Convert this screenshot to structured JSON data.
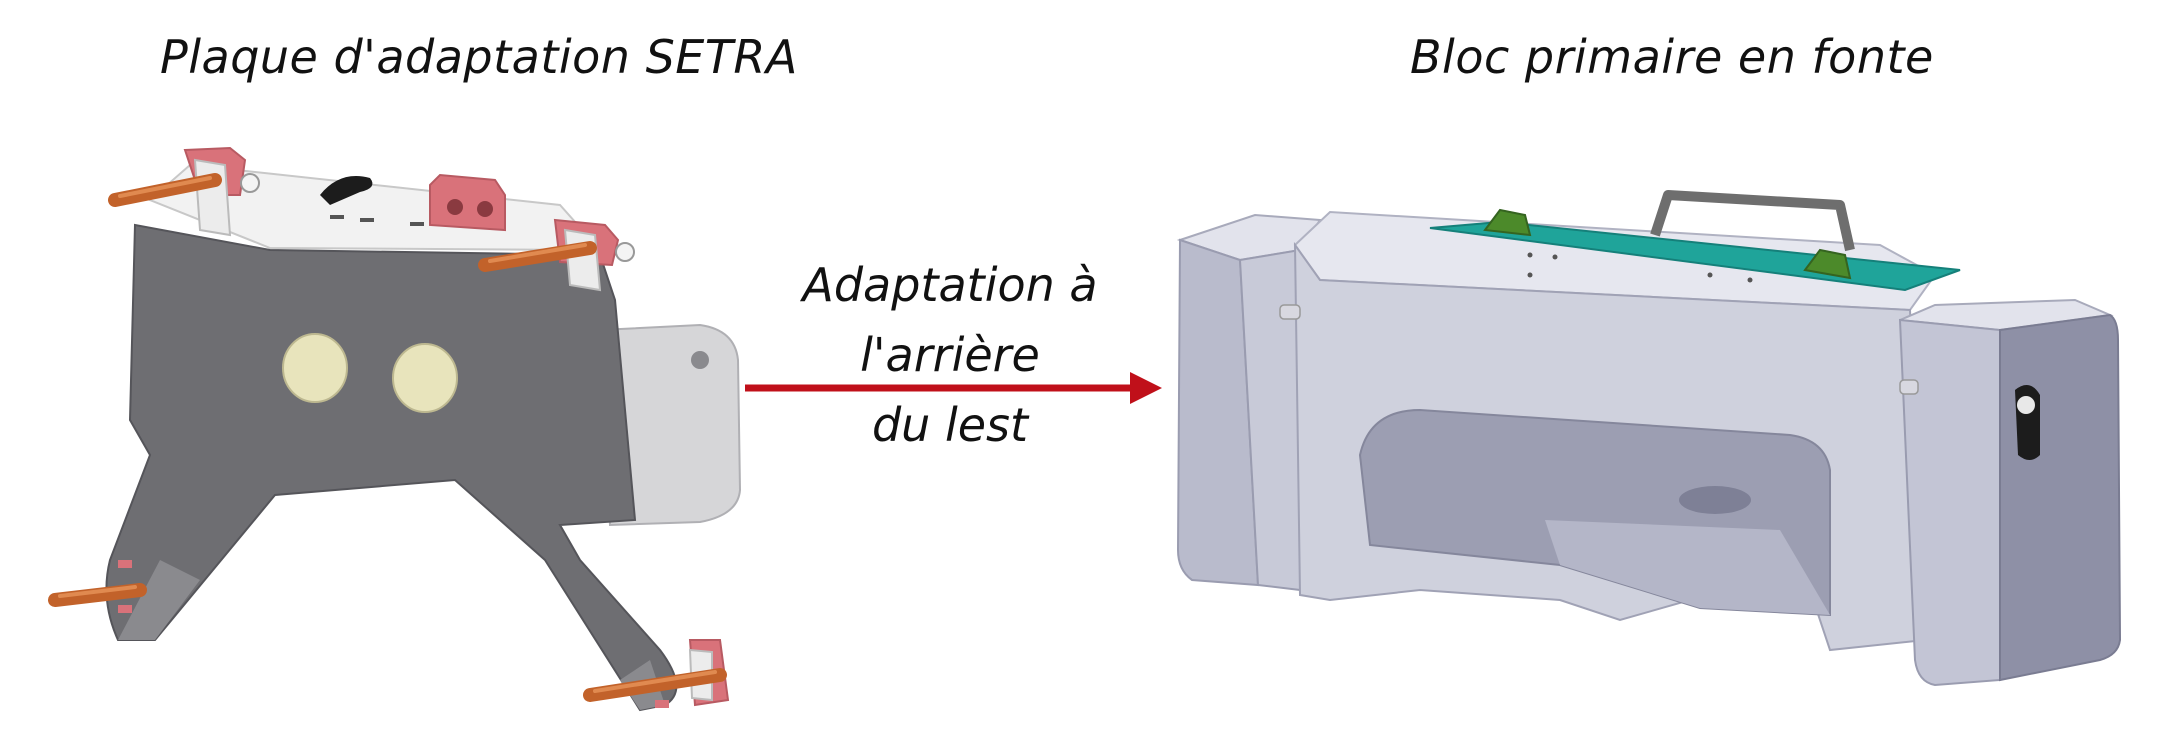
{
  "labels": {
    "left_part": "Plaque d'adaptation SETRA",
    "right_part": "Bloc primaire en fonte",
    "arrow_line1": "Adaptation à l'arrière",
    "arrow_line2": "du lest"
  },
  "colors": {
    "arrow": "#c0101a",
    "plate": "#6f6f73",
    "plate_top": "#f0f0f0",
    "pin": "#c2622a",
    "bracket": "#d9727a",
    "block": "#c5c7d6",
    "block_dark": "#9a9cb0",
    "top_plate": "#1fa49a",
    "lug": "#4c8a2a",
    "handle": "#6e6e6e",
    "boss": "#e8e4bc"
  },
  "icons": {
    "arrow": "arrow-right-icon"
  }
}
